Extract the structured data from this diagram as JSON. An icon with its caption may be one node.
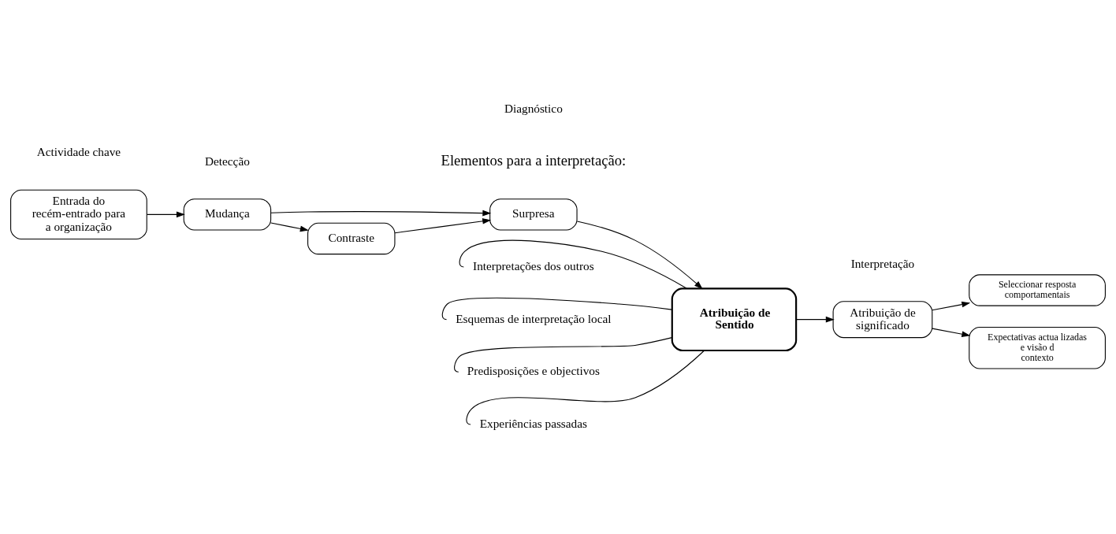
{
  "diagram": {
    "nodes": [
      {
        "text": [
          "Entrada do recém-entrado para a organização"
        ]
      },
      {
        "text": [
          "Mudança"
        ]
      },
      {
        "text": [
          "Surpresa"
        ]
      },
      {
        "text": [
          "Contraste"
        ]
      },
      {
        "text": [
          "Atribuição de Sentido"
        ]
      },
      {
        "text": [
          "Atribuição de significado"
        ]
      },
      {
        "text": [
          "Seleccionar resposta comportamentais"
        ]
      },
      {
        "text": [
          "Expectativas actua lizadas e visão d contexto"
        ]
      },
      {
        "text": [
          "Interpretações dos outros"
        ]
      },
      {
        "text": [
          "Esquemas de interpretação local"
        ]
      },
      {
        "text": [
          "Predisposições e objectivos"
        ]
      },
      {
        "text": [
          "Experiências passadas"
        ]
      }
    ],
    "edges": [
      {
        "from": 0,
        "to": 1,
        "arrow": "to"
      },
      {
        "from": 1,
        "to": 2,
        "arrow": "to"
      },
      {
        "from": 1,
        "to": 3,
        "arrow": "to"
      },
      {
        "from": 3,
        "to": 2,
        "arrow": "to"
      },
      {
        "from": 2,
        "to": 4,
        "arrow": "to"
      },
      {
        "from": 4,
        "to": 5,
        "arrow": "to"
      },
      {
        "from": 5,
        "to": 6,
        "arrow": "to"
      },
      {
        "from": 5,
        "to": 7,
        "arrow": "to"
      },
      {
        "from": 8,
        "to": 4,
        "arrow": "none"
      },
      {
        "from": 9,
        "to": 4,
        "arrow": "none"
      },
      {
        "from": 10,
        "to": 4,
        "arrow": "none"
      },
      {
        "from": 11,
        "to": 4,
        "arrow": "none"
      }
    ],
    "labels": [
      "Elementos para a interpretação:",
      "Actividade chave",
      "Detecção",
      "Diagnóstico",
      "Interpretação"
    ]
  }
}
